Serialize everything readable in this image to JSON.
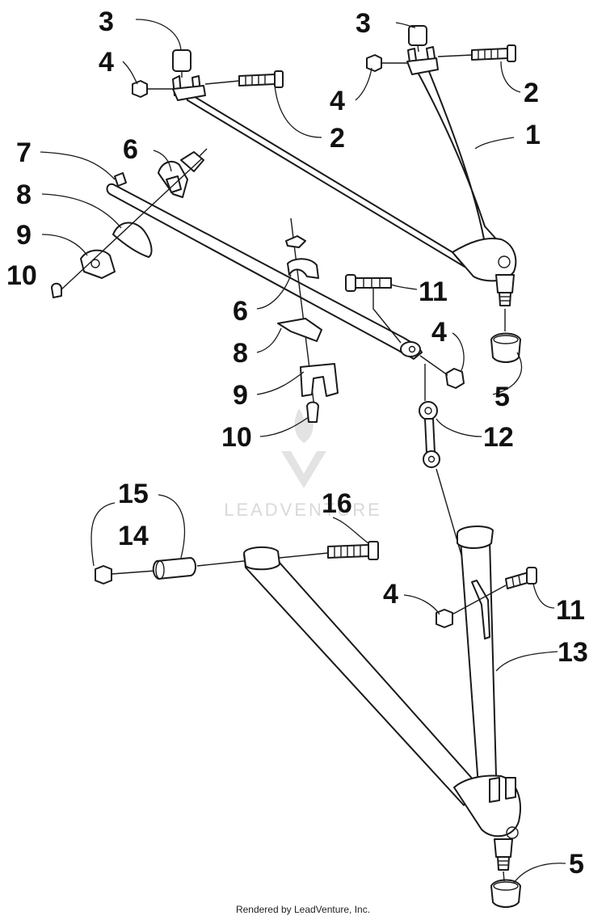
{
  "diagram": {
    "callouts": [
      "1",
      "2",
      "2",
      "3",
      "3",
      "4",
      "4",
      "4",
      "4",
      "5",
      "5",
      "6",
      "6",
      "7",
      "8",
      "8",
      "9",
      "9",
      "10",
      "10",
      "11",
      "11",
      "12",
      "13",
      "14",
      "15",
      "16"
    ]
  },
  "watermark": {
    "text": "LEADVENTURE"
  },
  "footer": {
    "text": "Rendered by LeadVenture, Inc."
  }
}
